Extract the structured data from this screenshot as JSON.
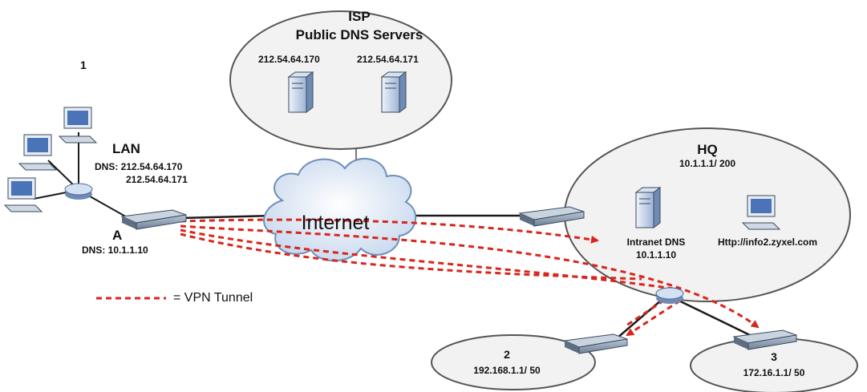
{
  "isp": {
    "title": "ISP",
    "subtitle": "Public DNS Servers",
    "server1_ip": "212.54.64.170",
    "server2_ip": "212.54.64.171"
  },
  "site_a": {
    "number": "1",
    "lan_label": "LAN",
    "lan_dns_1": "DNS: 212.54.64.170",
    "lan_dns_2": "212.54.64.171",
    "gateway_label": "A",
    "gateway_dns": "DNS: 10.1.1.10"
  },
  "internet": {
    "label": "Internet"
  },
  "hq": {
    "title": "HQ",
    "subnet": "10.1.1.1/ 200",
    "dns_label": "Intranet DNS",
    "dns_ip": "10.1.1.10",
    "web_label": "Http://info2.zyxel.com"
  },
  "branch2": {
    "number": "2",
    "subnet": "192.168.1.1/ 50"
  },
  "branch3": {
    "number": "3",
    "subnet": "172.16.1.1/ 50"
  },
  "legend": {
    "vpn_label": "= VPN Tunnel",
    "vpn_color": "#d8261d"
  },
  "colors": {
    "link": "#1a1a1a",
    "cloud": "#dfe9f6",
    "cloud_edge": "#6f8fb8",
    "ellipse_edge": "#555555",
    "ellipse_fill": "#f2f2f2"
  }
}
